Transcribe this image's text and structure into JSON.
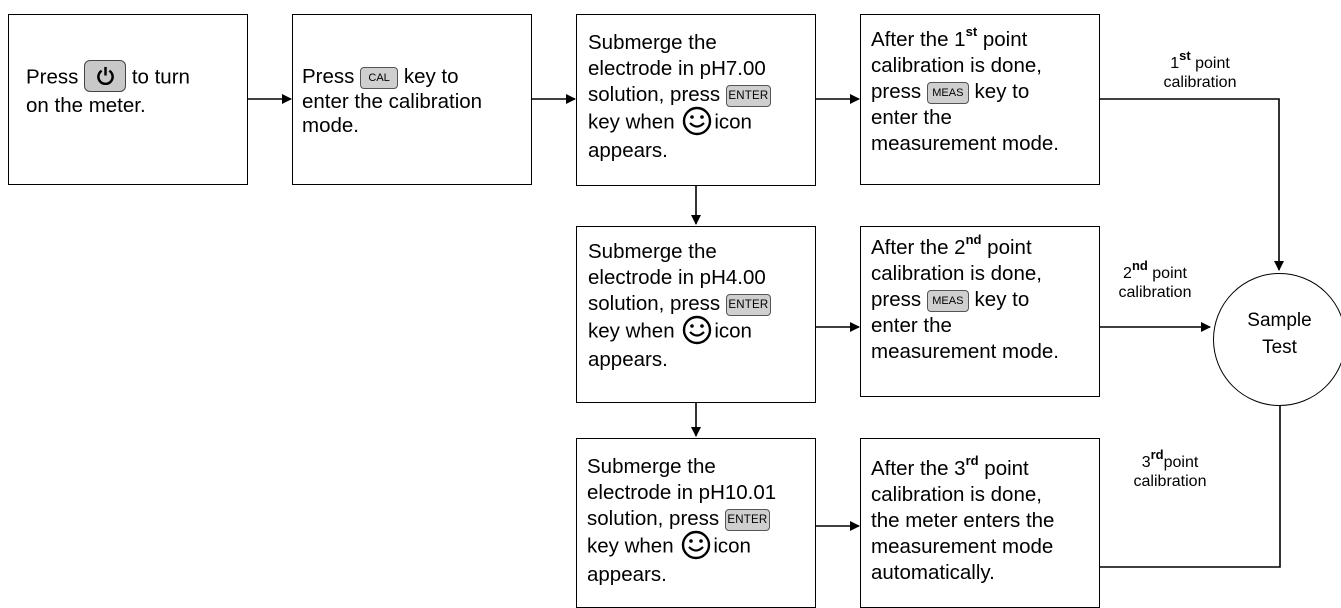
{
  "step1": {
    "pre": "Press",
    "post1": "to turn",
    "line2": "on the meter.",
    "key_icon": "power-icon"
  },
  "step2": {
    "pre": "Press",
    "key": "CAL",
    "post1": "key to",
    "line2": "enter the calibration",
    "line3": "mode."
  },
  "step3a": {
    "l1": "Submerge the",
    "l2": "electrode in pH7.00",
    "l3": "solution, press",
    "key": "ENTER",
    "l4a": "key when",
    "l4b": "icon",
    "l5": "appears."
  },
  "step3b": {
    "l1": "Submerge the",
    "l2": "electrode in pH4.00",
    "l3": "solution, press",
    "key": "ENTER",
    "l4a": "key when",
    "l4b": "icon",
    "l5": "appears."
  },
  "step3c": {
    "l1": "Submerge the",
    "l2": "electrode in pH10.01",
    "l3": "solution, press",
    "key": "ENTER",
    "l4a": "key when",
    "l4b": "icon",
    "l5": "appears."
  },
  "step4a": {
    "l1a": "After the 1",
    "sup": "st",
    "l1b": " point",
    "l2": "calibration is done,",
    "l3a": "press",
    "key": "MEAS",
    "l3b": "key to",
    "l4": "enter the",
    "l5": "measurement mode."
  },
  "step4b": {
    "l1a": "After the 2",
    "sup": "nd",
    "l1b": " point",
    "l2": "calibration is done,",
    "l3a": "press",
    "key": "MEAS",
    "l3b": "key to",
    "l4": "enter the",
    "l5": "measurement mode."
  },
  "step4c": {
    "l1a": "After the 3",
    "sup": "rd",
    "l1b": " point",
    "l2": "calibration is done,",
    "l3": "the meter enters the",
    "l4": "measurement mode",
    "l5": "automatically."
  },
  "labels": {
    "p1": {
      "num": "1",
      "sup": "st",
      "rest": " point",
      "line2": "calibration"
    },
    "p2": {
      "num": "2",
      "sup": "nd",
      "rest": " point",
      "line2": "calibration"
    },
    "p3": {
      "num": "3",
      "sup": "rd",
      "rest": "point",
      "line2": "calibration"
    }
  },
  "end": {
    "line1": "Sample",
    "line2": "Test"
  },
  "icons": {
    "power": "power-icon",
    "smiley": "smiley-icon"
  }
}
